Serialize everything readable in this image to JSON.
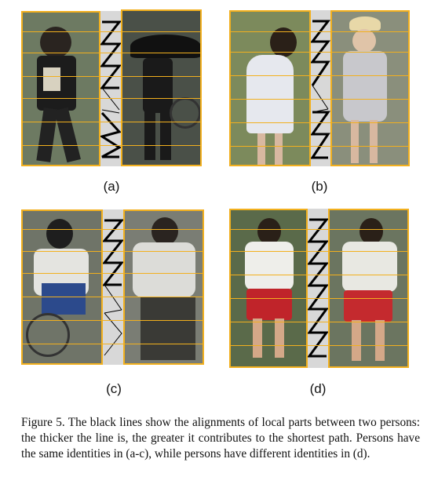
{
  "figure": {
    "stripe_color": "#f2b01e",
    "line_color": "#000000",
    "alignment_bg": "#d8d8d8",
    "panels": [
      {
        "label": "(a)",
        "left_bg": "#6d7a62",
        "right_bg": "#4a5048"
      },
      {
        "label": "(b)",
        "left_bg": "#7c8a5c",
        "right_bg": "#8a8f7c"
      },
      {
        "label": "(c)",
        "left_bg": "#6f7468",
        "right_bg": "#7a7d74"
      },
      {
        "label": "(d)",
        "left_bg": "#5a6a4a",
        "right_bg": "#6b7560"
      }
    ],
    "caption": "Figure 5. The black lines show the alignments of local parts between two persons: the thicker the line is, the greater it contributes to the shortest path. Persons have the same identities in (a-c), while persons have different identities in (d)."
  }
}
